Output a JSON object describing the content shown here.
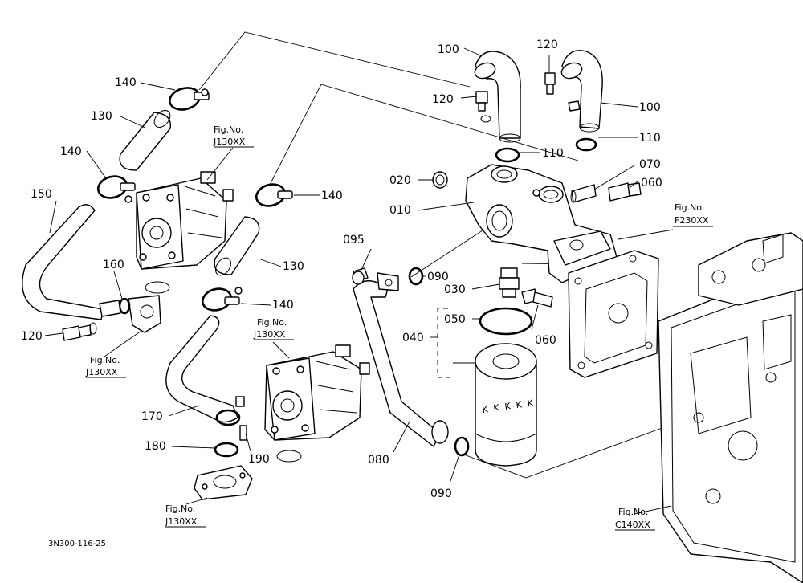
{
  "diagram_code": "3N300-116-25",
  "callouts": [
    {
      "id": "c100a",
      "text": "100"
    },
    {
      "id": "c100b",
      "text": "100"
    },
    {
      "id": "c120a",
      "text": "120"
    },
    {
      "id": "c120b",
      "text": "120"
    },
    {
      "id": "c120c",
      "text": "120"
    },
    {
      "id": "c110a",
      "text": "110"
    },
    {
      "id": "c110b",
      "text": "110"
    },
    {
      "id": "c140a",
      "text": "140"
    },
    {
      "id": "c140b",
      "text": "140"
    },
    {
      "id": "c140c",
      "text": "140"
    },
    {
      "id": "c140d",
      "text": "140"
    },
    {
      "id": "c130a",
      "text": "130"
    },
    {
      "id": "c130b",
      "text": "130"
    },
    {
      "id": "c150",
      "text": "150"
    },
    {
      "id": "c160",
      "text": "160"
    },
    {
      "id": "c170",
      "text": "170"
    },
    {
      "id": "c180",
      "text": "180"
    },
    {
      "id": "c190",
      "text": "190"
    },
    {
      "id": "c020",
      "text": "020"
    },
    {
      "id": "c010",
      "text": "010"
    },
    {
      "id": "c070",
      "text": "070"
    },
    {
      "id": "c060a",
      "text": "060"
    },
    {
      "id": "c060b",
      "text": "060"
    },
    {
      "id": "c095",
      "text": "095"
    },
    {
      "id": "c090a",
      "text": "090"
    },
    {
      "id": "c090b",
      "text": "090"
    },
    {
      "id": "c030",
      "text": "030"
    },
    {
      "id": "c050",
      "text": "050"
    },
    {
      "id": "c040",
      "text": "040"
    },
    {
      "id": "c080",
      "text": "080"
    }
  ],
  "fig_refs": [
    {
      "id": "r1",
      "line1": "Fig.No.",
      "line2": "J130XX"
    },
    {
      "id": "r2",
      "line1": "Fig.No.",
      "line2": "J130XX"
    },
    {
      "id": "r3",
      "line1": "Fig.No.",
      "line2": "J130XX"
    },
    {
      "id": "r4",
      "line1": "Fig.No.",
      "line2": "J130XX"
    },
    {
      "id": "r5",
      "line1": "Fig.No.",
      "line2": "F230XX"
    },
    {
      "id": "r6",
      "line1": "Fig.No.",
      "line2": "C140XX"
    }
  ],
  "filter_print": "KKKKK"
}
